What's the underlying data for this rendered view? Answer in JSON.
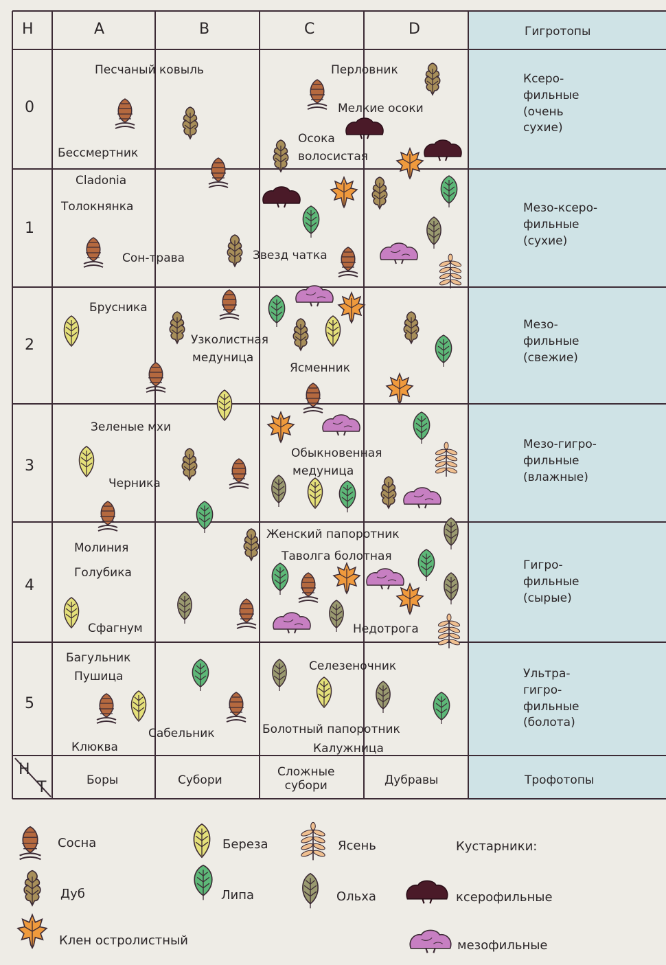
{
  "header": {
    "corner": "H",
    "cols": [
      "A",
      "B",
      "C",
      "D"
    ],
    "hygrotope_title": "Гигротопы"
  },
  "rows": [
    {
      "id": "0",
      "hygrotope": [
        "Ксеро-",
        "фильные",
        "(очень",
        "сухие)"
      ]
    },
    {
      "id": "1",
      "hygrotope": [
        "Мезо-ксеро-",
        "фильные",
        "(сухие)"
      ]
    },
    {
      "id": "2",
      "hygrotope": [
        "Мезо-",
        "фильные",
        "(свежие)"
      ]
    },
    {
      "id": "3",
      "hygrotope": [
        "Мезо-гигро-",
        "фильные",
        "(влажные)"
      ]
    },
    {
      "id": "4",
      "hygrotope": [
        "Гигро-",
        "фильные",
        "(сырые)"
      ]
    },
    {
      "id": "5",
      "hygrotope": [
        "Ультра-",
        "гигро-",
        "фильные",
        "(болота)"
      ]
    }
  ],
  "footer": {
    "corner_h": "H",
    "corner_t": "T",
    "cols": [
      "Боры",
      "Субори",
      "Сложные\nсубори",
      "Дубравы"
    ],
    "trophotope_title": "Трофотопы"
  },
  "plants": [
    "Песчаный ковыль",
    "Бессмертник",
    "Перловник",
    "Мелкие осоки",
    "Осока",
    "волосистая",
    "Cladonia",
    "Толокнянка",
    "Сон-трава",
    "Звезд чатка",
    "Брусника",
    "Узколистная",
    "медуница",
    "Ясменник",
    "Зеленые мхи",
    "Черника",
    "Обыкновенная",
    "медуница",
    "Женский папоротник",
    "Таволга болотная",
    "Молиния",
    "Голубика",
    "Сфагнум",
    "Недотрога",
    "Багульник",
    "Пушица",
    "Клюква",
    "Сабельник",
    "Селезеночник",
    "Болотный папоротник",
    "Калужница"
  ],
  "legend": {
    "pine": "Сосна",
    "oak": "Дуб",
    "maple": "Клен остролистный",
    "birch": "Береза",
    "linden": "Липа",
    "ash": "Ясень",
    "alder": "Ольха",
    "shrubs_title": "Кустарники:",
    "xero_shrub": "ксерофильные",
    "meso_shrub": "мезофильные"
  },
  "colors": {
    "grid_line": "#3c2b35",
    "hygro_column_bg": "#cfe3e6",
    "pine": "#b5693f",
    "oak": "#a88f5a",
    "maple": "#ef9a3d",
    "birch": "#e4e07a",
    "linden": "#5db878",
    "ash": "#f0c090",
    "alder": "#9a9a70",
    "xero_shrub": "#4a1a28",
    "meso_shrub": "#c77fc2"
  }
}
